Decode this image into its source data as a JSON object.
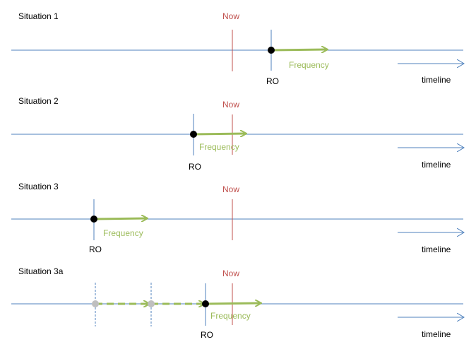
{
  "labels": {
    "now": "Now",
    "frequency": "Frequency",
    "ro": "RO",
    "timeline": "timeline"
  },
  "colors": {
    "timeline": "#4f81bd",
    "now": "#c0504d",
    "frequency": "#9bbb59",
    "ro_dot": "#000000",
    "past_dot": "#bfbfbf"
  },
  "situations": [
    {
      "title": "Situation 1"
    },
    {
      "title": "Situation 2"
    },
    {
      "title": "Situation 3"
    },
    {
      "title": "Situation 3a"
    }
  ]
}
